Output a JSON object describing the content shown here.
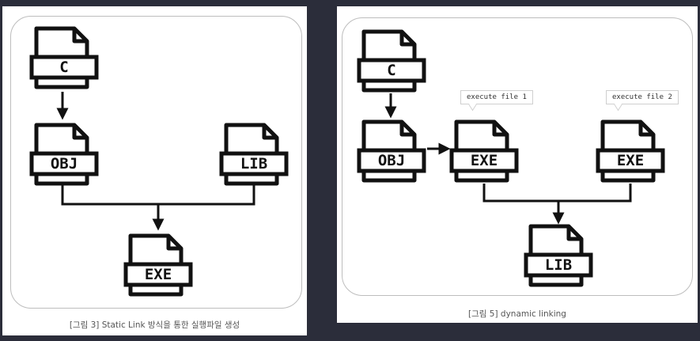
{
  "left_figure": {
    "caption": "[그림 3] Static Link 방식을 통한 실행파일 생성",
    "files": {
      "c": "C",
      "obj": "OBJ",
      "lib": "LIB",
      "exe": "EXE"
    }
  },
  "right_figure": {
    "caption": "[그림 5] dynamic linking",
    "files": {
      "c": "C",
      "obj": "OBJ",
      "exe1": "EXE",
      "exe2": "EXE",
      "lib": "LIB"
    },
    "bubbles": {
      "exe1": "execute file 1",
      "exe2": "execute file 2"
    }
  }
}
